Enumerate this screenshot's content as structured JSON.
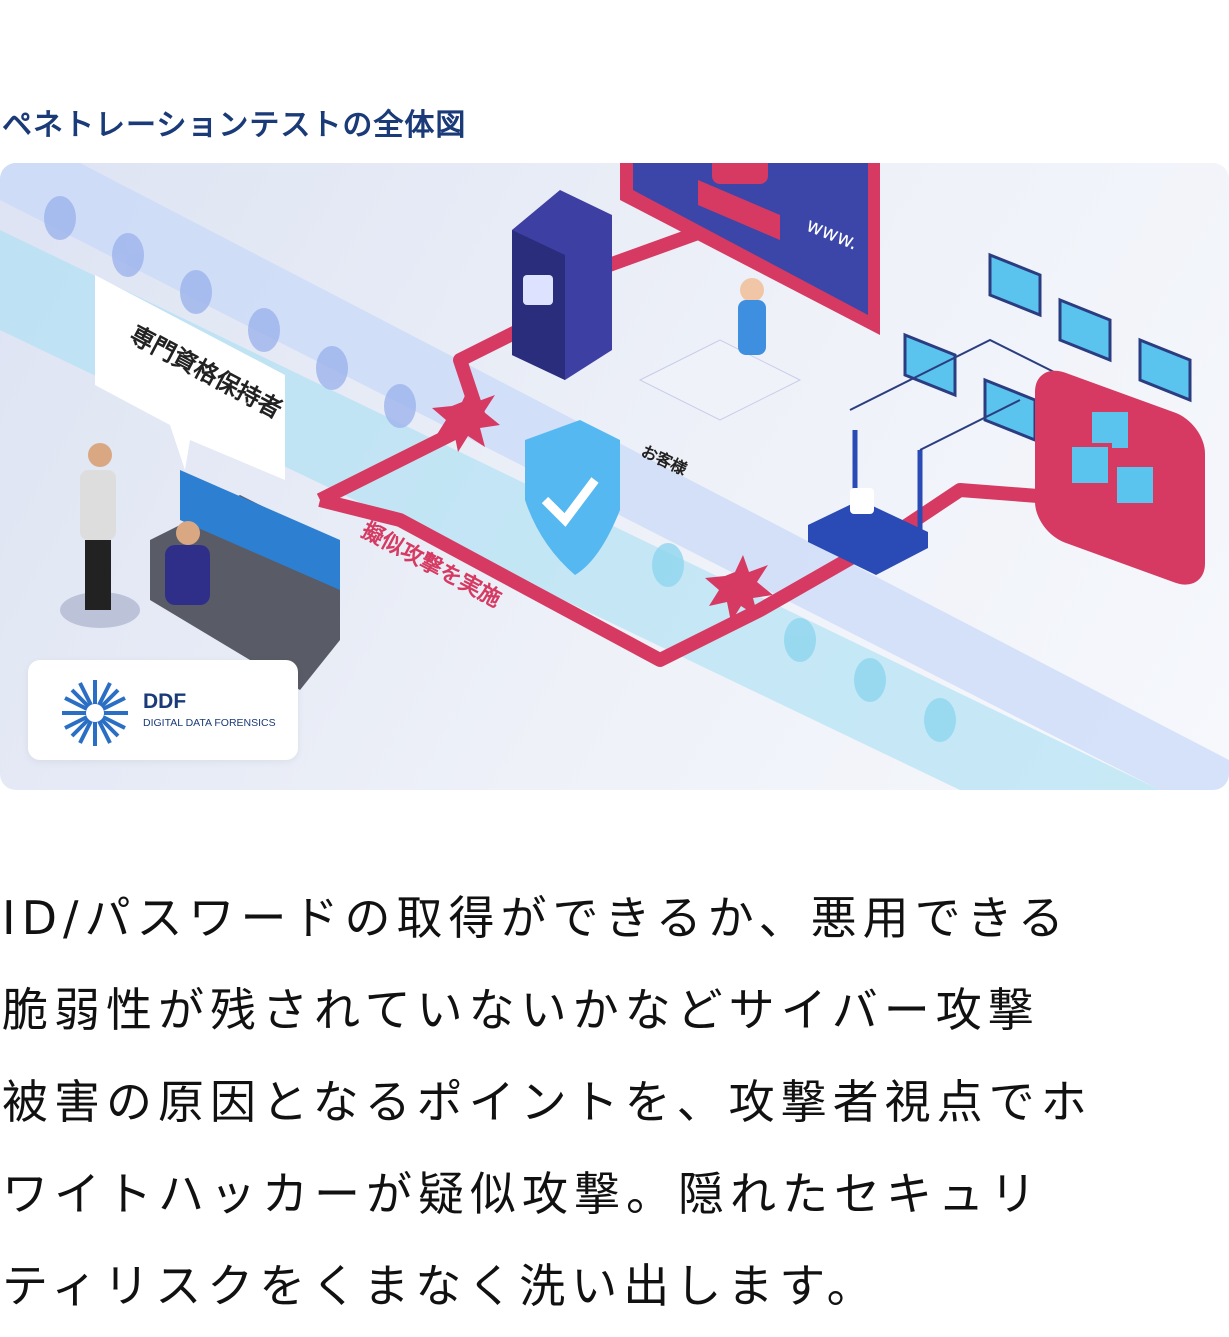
{
  "title": "ペネトレーションテストの全体図",
  "illustration": {
    "expert_label": "専門資格保持者",
    "attack_label": "擬似攻撃を実施",
    "customer_label": "お客様",
    "www_label": "www.",
    "colors": {
      "attack_path": "#d63a62",
      "navy": "#1a3a78",
      "band": "#a9d8f2"
    }
  },
  "logo": {
    "name": "DDF",
    "subtitle": "DIGITAL DATA FORENSICS"
  },
  "description": {
    "lines": [
      "ID/パスワードの取得ができるか、悪用できる",
      "脆弱性が残されていないかなどサイバー攻撃",
      "被害の原因となるポイントを、攻撃者視点でホ",
      "ワイトハッカーが疑似攻撃。隠れたセキュリ",
      "ティリスクをくまなく洗い出します。"
    ]
  }
}
